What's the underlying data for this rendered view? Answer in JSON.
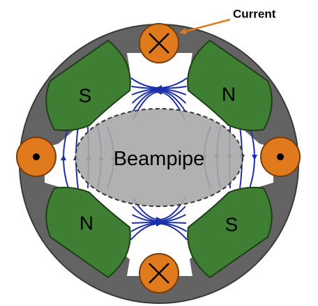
{
  "labels": {
    "current": "Current",
    "beampipe": "Beampipe",
    "pole_top_left": "S",
    "pole_top_right": "N",
    "pole_bottom_left": "N",
    "pole_bottom_right": "S"
  },
  "colors": {
    "yoke": "#636363",
    "yoke_outline": "#3a3a3a",
    "pole": "#3f7f33",
    "pole_outline": "#1f3f18",
    "beampipe": "#a9a9a9",
    "field_line": "#1c2fa8",
    "conductor": "#e07a1c",
    "conductor_outline": "#7a3a08",
    "current_label": "#e07a1c"
  },
  "icons": {
    "conductor_top": "current-into-page-icon",
    "conductor_bottom": "current-into-page-icon",
    "conductor_left": "current-out-of-page-icon",
    "conductor_right": "current-out-of-page-icon"
  }
}
